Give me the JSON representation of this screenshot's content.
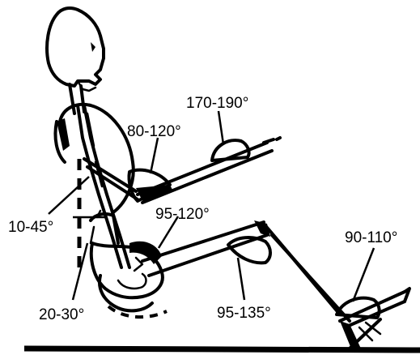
{
  "diagram": {
    "angle_labels": {
      "elbow": "170-190°",
      "shoulder": "80-120°",
      "torso_tilt": "10-45°",
      "hip": "95-120°",
      "seat_tilt": "20-30°",
      "knee": "95-135°",
      "ankle": "90-110°"
    }
  }
}
